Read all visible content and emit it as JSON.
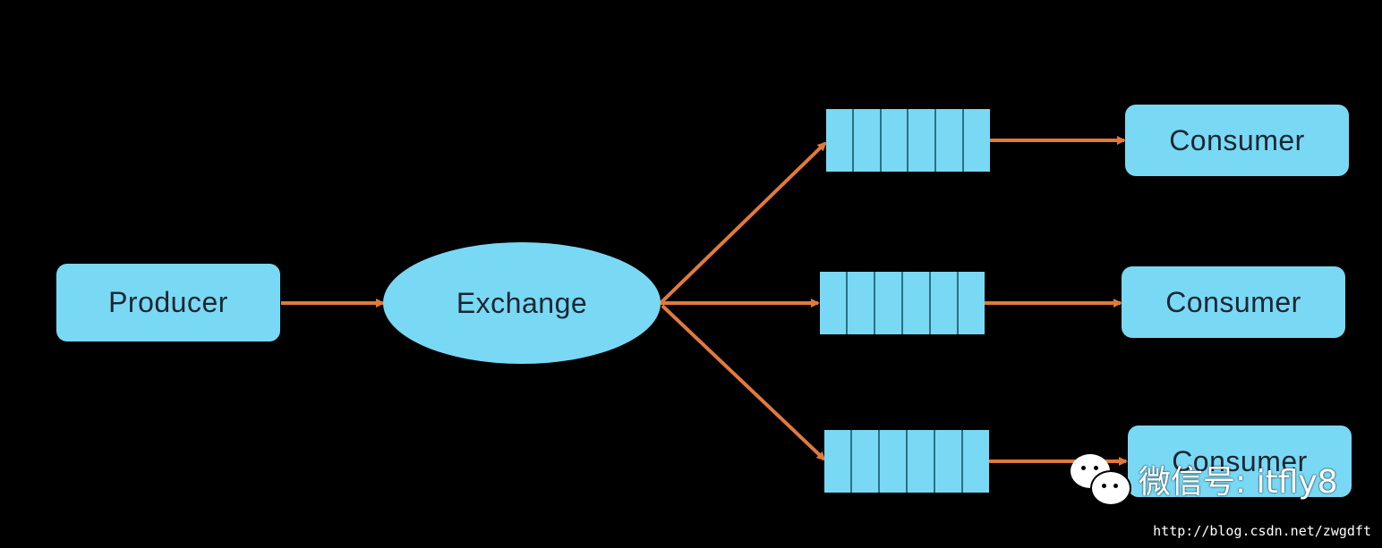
{
  "diagram": {
    "producer": {
      "label": "Producer"
    },
    "exchange": {
      "label": "Exchange"
    },
    "queues": [
      {
        "cells": 6
      },
      {
        "cells": 6
      },
      {
        "cells": 6
      }
    ],
    "consumers": [
      {
        "label": "Consumer"
      },
      {
        "label": "Consumer"
      },
      {
        "label": "Consumer"
      }
    ],
    "colors": {
      "node_fill": "#79d9f4",
      "arrow": "#e07a3c",
      "background": "#000000",
      "text": "#1c2632"
    }
  },
  "watermark": {
    "icon": "wechat-icon",
    "text": "微信号: itfly8",
    "url": "http://blog.csdn.net/zwgdft"
  }
}
